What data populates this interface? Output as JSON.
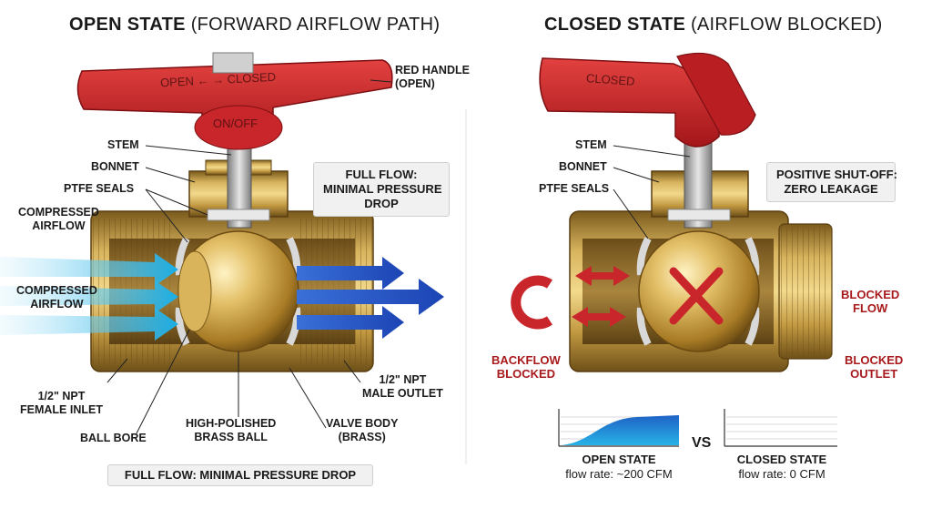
{
  "open_panel": {
    "title_bold": "OPEN STATE",
    "title_rest": "(FORWARD AIRFLOW PATH)",
    "handle_direction": "OPEN ← → CLOSED",
    "handle_hub": "ON/OFF",
    "labels": {
      "red_handle": "RED HANDLE\n(OPEN)",
      "stem": "STEM",
      "bonnet": "BONNET",
      "ptfe_seals": "PTFE SEALS",
      "compressed_airflow_top": "COMPRESSED\nAIRFLOW",
      "compressed_airflow_mid": "COMPRESSED\nAIRFLOW",
      "inlet": "1/2\" NPT\nFEMALE INLET",
      "ball_bore": "BALL BORE",
      "ball": "HIGH-POLISHED\nBRASS BALL",
      "valve_body": "VALVE BODY\n(BRASS)",
      "outlet": "1/2\" NPT\nMALE OUTLET"
    },
    "callout": "FULL FLOW:\nMINIMAL PRESSURE\nDROP",
    "footer": "FULL FLOW: MINIMAL PRESSURE DROP"
  },
  "closed_panel": {
    "title_bold": "CLOSED STATE",
    "title_rest": "(AIRFLOW BLOCKED)",
    "handle_text": "CLOSED",
    "labels": {
      "stem": "STEM",
      "bonnet": "BONNET",
      "ptfe_seals": "PTFE SEALS",
      "backflow": "BACKFLOW\nBLOCKED",
      "blocked_flow": "BLOCKED\nFLOW",
      "blocked_outlet": "BLOCKED\nOUTLET"
    },
    "callout": "POSITIVE SHUT-OFF:\nZERO LEAKAGE"
  },
  "comparison": {
    "vs": "VS",
    "open": {
      "state": "OPEN STATE",
      "rate": "flow rate: ~200 CFM"
    },
    "closed": {
      "state": "CLOSED STATE",
      "rate": "flow rate: 0 CFM"
    }
  },
  "colors": {
    "handle_red": "#c8262a",
    "brass": "#c9a24a",
    "flow_in": "#1fb6e8",
    "flow_out": "#2a58c8",
    "blocked_red": "#a8191c"
  }
}
